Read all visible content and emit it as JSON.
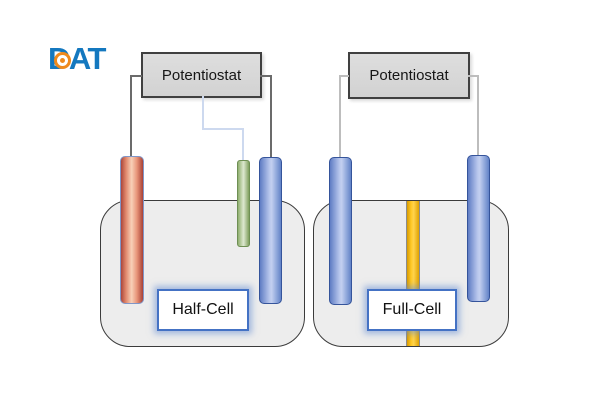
{
  "logo": {
    "text": "DAT",
    "brand_color": "#1478bf",
    "icon": "target-icon",
    "icon_color": "#ef8a1d"
  },
  "half_cell": {
    "potentiostat_label": "Potentiostat",
    "cell_label": "Half-Cell",
    "electrode_colors": {
      "red_electrode": "#c0504d",
      "green_electrode": "#9bbb59",
      "blue_electrode": "#4f81bd"
    }
  },
  "full_cell": {
    "potentiostat_label": "Potentiostat",
    "cell_label": "Full-Cell",
    "electrode_color": "#4f81bd",
    "separator_color": "#ffc000"
  },
  "colors": {
    "potentiostat_fill": "#d9d9d9",
    "potentiostat_border": "#404040",
    "beaker_fill": "#ededed",
    "beaker_border": "#3b3b3b",
    "label_border": "#4472c4",
    "wire_dark": "#6b6b6b",
    "wire_light": "#bdbdbd",
    "wire_blue": "#cdd9ef"
  }
}
